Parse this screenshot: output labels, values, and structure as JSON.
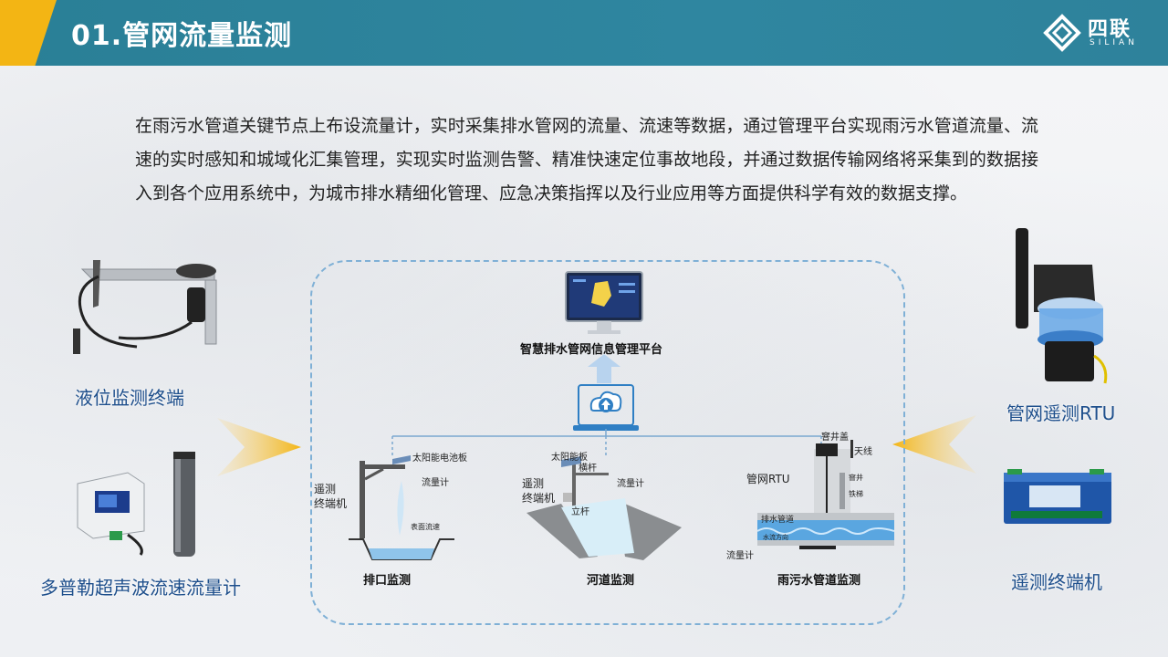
{
  "header": {
    "title": "01.管网流量监测",
    "logo_text": "四联",
    "logo_sub": "SILIAN"
  },
  "intro_text": "在雨污水管道关键节点上布设流量计，实时采集排水管网的流量、流速等数据，通过管理平台实现雨污水管道流量、流速的实时感知和城域化汇集管理，实现实时监测告警、精准快速定位事故地段，并通过数据传输网络将采集到的数据接入到各个应用系统中，为城市排水精细化管理、应急决策指挥以及行业应用等方面提供科学有效的数据支撑。",
  "devices": {
    "level_terminal": "液位监测终端",
    "doppler_meter": "多普勒超声波流速流量计",
    "pipe_rtu": "管网遥测RTU",
    "telemetry_terminal": "遥测终端机"
  },
  "diagram": {
    "platform": "智慧排水管网信息管理平台",
    "outlet": {
      "title": "排口监测",
      "solar": "太阳能电池板",
      "flowmeter": "流量计",
      "terminal": "遥测\n终端机",
      "surface": "表面流速"
    },
    "river": {
      "title": "河道监测",
      "solar": "太阳能板",
      "crossbar": "横杆",
      "pole": "立杆",
      "flowmeter": "流量计",
      "terminal": "遥测\n终端机"
    },
    "pipe": {
      "title": "雨污水管道监测",
      "manhole": "窨井盖",
      "antenna": "天线",
      "rtu": "管网RTU",
      "shaft": "窨井",
      "ladder": "铁梯",
      "drain": "排水管道",
      "flow_dir": "水流方向",
      "flowmeter": "流量计"
    }
  },
  "colors": {
    "header": "#2a7f96",
    "accent": "#f3b514",
    "label_blue": "#1e4f8c",
    "frame": "#7fb0d6"
  }
}
